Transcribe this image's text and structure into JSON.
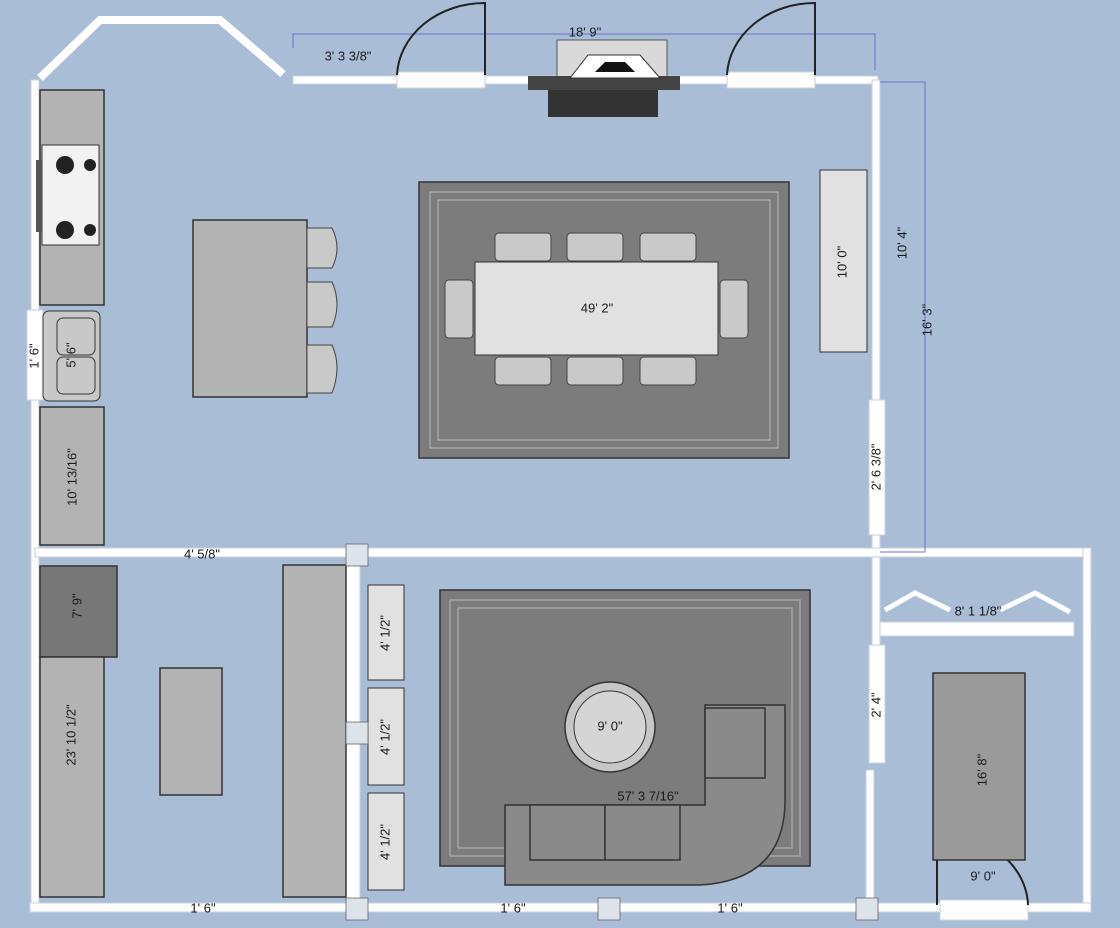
{
  "colors": {
    "background": "#a9bdd6",
    "wall": "#ffffff",
    "rug": "#7c7c7c",
    "counter": "#b3b3b3",
    "dimension_line": "#6b74c9"
  },
  "dimensions": {
    "top_wall": "18' 9\"",
    "bay_window": "3' 3 3/8\"",
    "right_room_height": "10' 4\"",
    "right_total_height": "16' 3\"",
    "sideboard": "10' 0\"",
    "dining_rug": "49' 2\"",
    "sink_window": "1' 6\"",
    "sink": "5' 6\"",
    "kitchen_counter": "10' 13/16\"",
    "kitchen_opening": "4' 5/8\"",
    "right_doorway": "2' 6 3/8\"",
    "bath_window": "8' 1 1/8\"",
    "fridge": "7' 9\"",
    "lower_counter": "23' 10 1/2\"",
    "cabinet_1": "4' 1/2\"",
    "cabinet_2": "4' 1/2\"",
    "cabinet_3": "4' 1/2\"",
    "coffee_table": "9' 0\"",
    "sectional": "57' 3 7/16\"",
    "bath_door": "2' 4\"",
    "bath_rug": "16' 8\"",
    "bath_rug_width": "9' 0\"",
    "bottom_window_1": "1' 6\"",
    "bottom_window_2": "1' 6\"",
    "bottom_window_3": "1' 6\""
  }
}
